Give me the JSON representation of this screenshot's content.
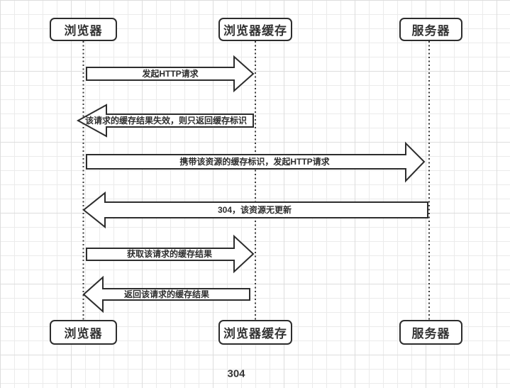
{
  "diagram_title": "304",
  "actors": {
    "browser": "浏览器",
    "cache": "浏览器缓存",
    "server": "服务器"
  },
  "messages": [
    {
      "label": "发起HTTP请求",
      "direction": "right",
      "from": "browser",
      "to": "cache"
    },
    {
      "label": "该请求的缓存结果失效，则只返回缓存标识",
      "direction": "left",
      "from": "cache",
      "to": "browser"
    },
    {
      "label": "携带该资源的缓存标识，发起HTTP请求",
      "direction": "right",
      "from": "browser",
      "to": "server"
    },
    {
      "label": "304，该资源无更新",
      "direction": "left",
      "from": "server",
      "to": "browser"
    },
    {
      "label": "获取该请求的缓存结果",
      "direction": "right",
      "from": "browser",
      "to": "cache"
    },
    {
      "label": "返回该请求的缓存结果",
      "direction": "left",
      "from": "cache",
      "to": "browser"
    }
  ],
  "colors": {
    "shape_stroke": "#2d2d2d",
    "shape_fill": "#ffffff",
    "text": "#333333",
    "grid_minor": "#ebebeb",
    "grid_major": "#dddddd"
  }
}
